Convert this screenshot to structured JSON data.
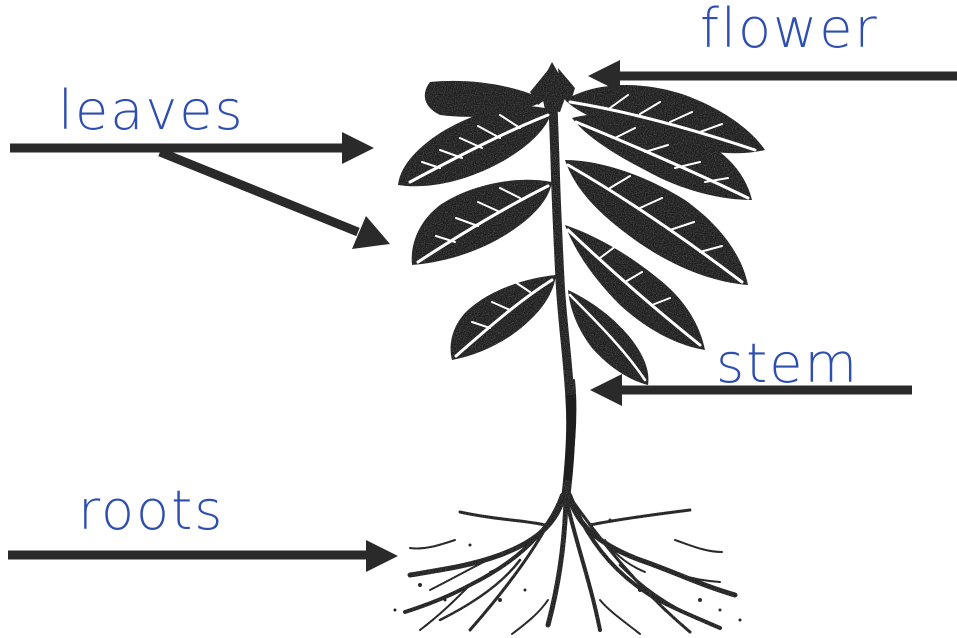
{
  "diagram": {
    "labels": {
      "flower": "flower",
      "leaves": "leaves",
      "stem": "stem",
      "roots": "roots"
    },
    "colors": {
      "label_ink": "#2f4fb0",
      "arrow_ink": "#2a2a2a",
      "plant_ink": "#1e1e1e",
      "background": "#ffffff"
    }
  }
}
